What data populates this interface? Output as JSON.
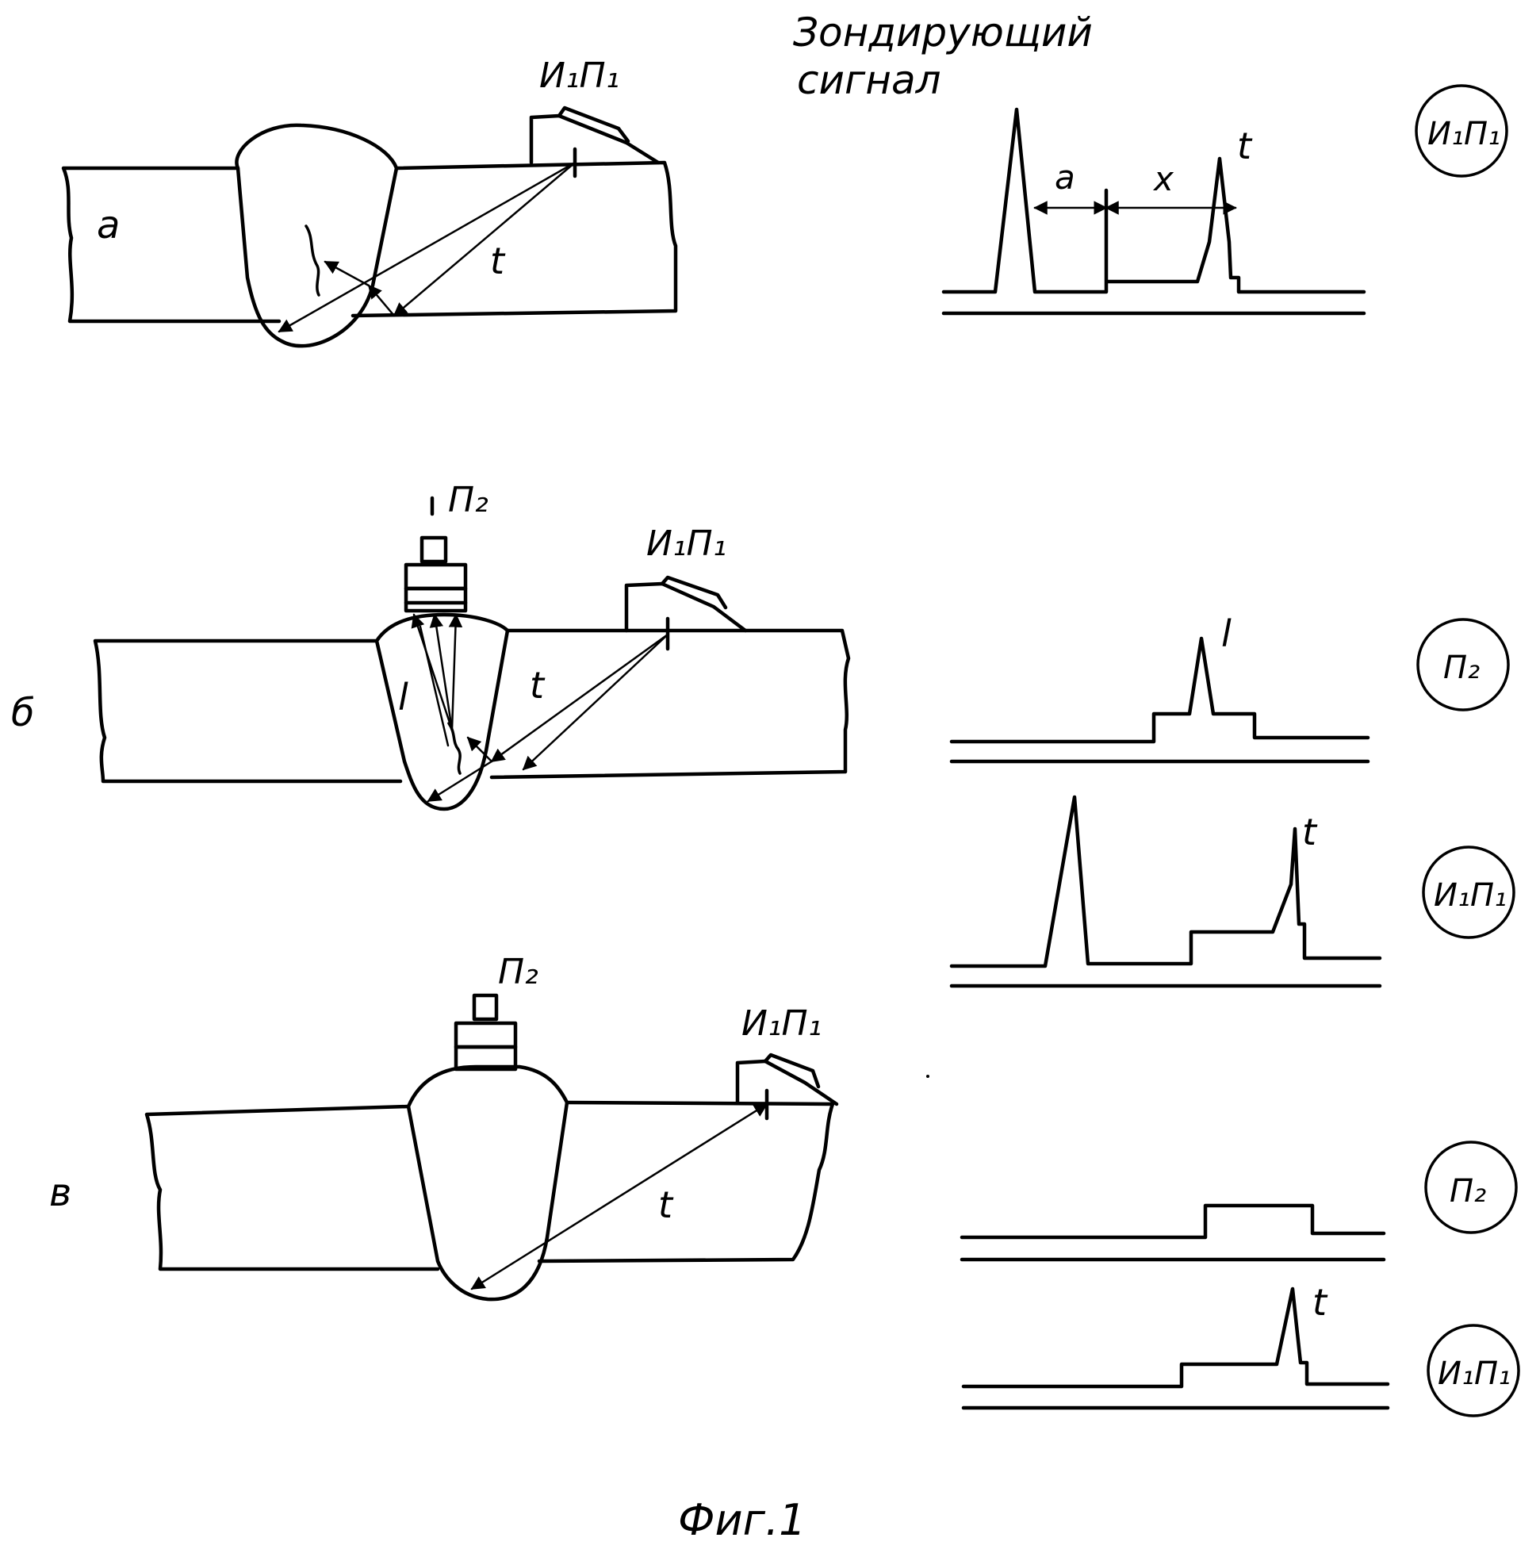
{
  "header": {
    "probe_signal_line1": "Зондирующий",
    "probe_signal_line2": "сигнал"
  },
  "panels": {
    "a": {
      "label": "а",
      "probe_label": "И₁П₁",
      "beam_label": "t",
      "scope_label": "И₁П₁",
      "scope_markers": {
        "a": "a",
        "x": "x",
        "t": "t"
      }
    },
    "b": {
      "label": "б",
      "receiver_label": "П₂",
      "probe_label": "И₁П₁",
      "beam_label_t": "t",
      "beam_label_l": "l",
      "scope_top_label": "П₂",
      "scope_top_peak": "l",
      "scope_bottom_label": "И₁П₁",
      "scope_bottom_peak": "t"
    },
    "v": {
      "label": "в",
      "receiver_label": "П₂",
      "probe_label": "И₁П₁",
      "beam_label": "t",
      "scope_top_label": "П₂",
      "scope_bottom_label": "И₁П₁",
      "scope_bottom_peak": "t"
    }
  },
  "caption": "Фиг.1"
}
